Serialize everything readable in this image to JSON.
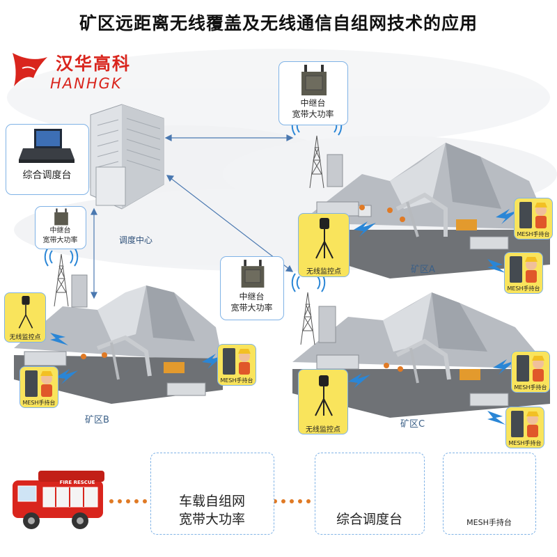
{
  "title": "矿区远距离无线覆盖及无线通信自组网技术的应用",
  "logo": {
    "cn": "汉华高科",
    "en": "HANHGK"
  },
  "dispatch_center": "调度中心",
  "console_label": "综合调度台",
  "relay_label": {
    "line1": "中继台",
    "line2": "宽带大功率"
  },
  "monitor_label": "无线监控点",
  "handset_label": "MESH手持台",
  "mines": {
    "a": "矿区A",
    "b": "矿区B",
    "c": "矿区C"
  },
  "bottom": {
    "truck_sign": "FIRE RESCUE",
    "vehicle_line1": "车载自组网",
    "vehicle_line2": "宽带大功率",
    "console": "综合调度台",
    "handset": "MESH手持台"
  },
  "colors": {
    "accent": "#7fb2e6",
    "brand": "#d9251d",
    "yellow": "#f9e45c",
    "signal": "#2a86d6"
  }
}
